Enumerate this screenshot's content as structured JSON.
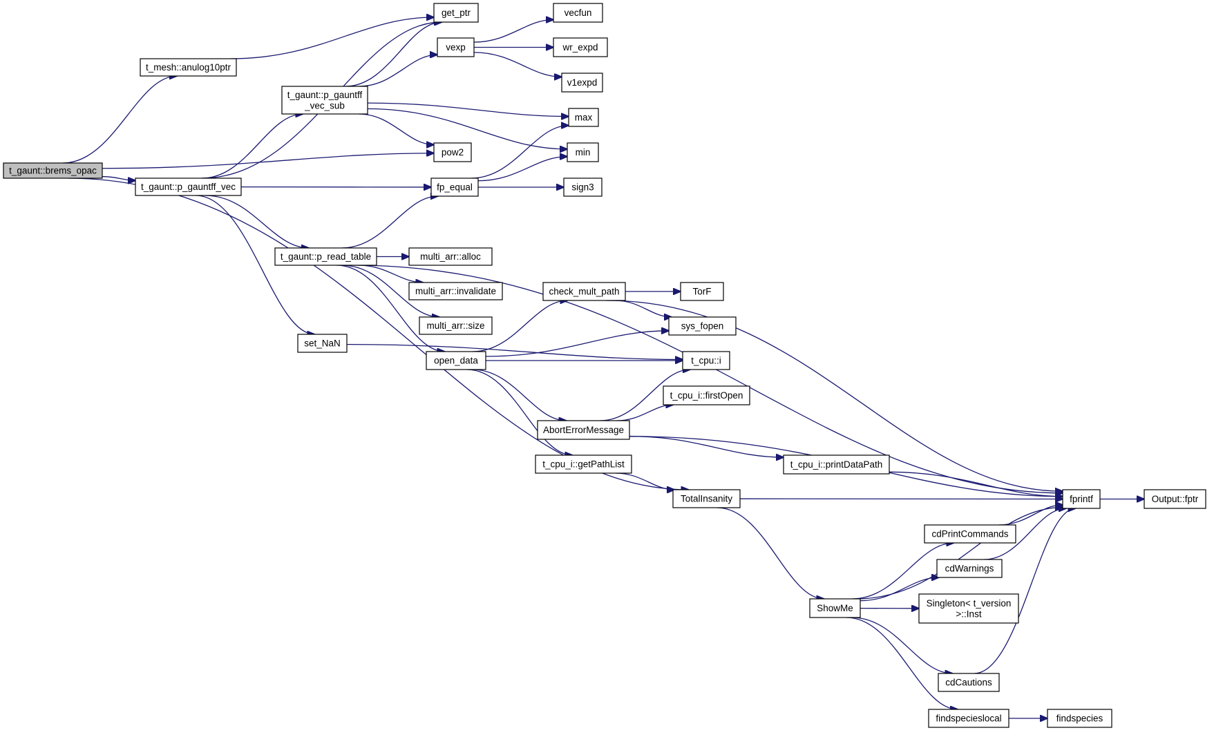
{
  "colors": {
    "edge": "#191970",
    "node_fill": "#ffffff",
    "root_fill": "#bfbfbf",
    "node_stroke": "#000000"
  },
  "nodes": [
    {
      "id": "brems_opac",
      "lines": [
        "t_gaunt::brems_opac"
      ],
      "root": true
    },
    {
      "id": "anulog10ptr",
      "lines": [
        "t_mesh::anulog10ptr"
      ]
    },
    {
      "id": "p_gauntff_vec",
      "lines": [
        "t_gaunt::p_gauntff_vec"
      ]
    },
    {
      "id": "get_ptr",
      "lines": [
        "get_ptr"
      ]
    },
    {
      "id": "p_gauntff_vec_sub",
      "lines": [
        "t_gaunt::p_gauntff",
        "_vec_sub"
      ]
    },
    {
      "id": "pow2",
      "lines": [
        "pow2"
      ]
    },
    {
      "id": "fp_equal",
      "lines": [
        "fp_equal"
      ]
    },
    {
      "id": "p_read_table",
      "lines": [
        "t_gaunt::p_read_table"
      ]
    },
    {
      "id": "set_NaN",
      "lines": [
        "set_NaN"
      ]
    },
    {
      "id": "TotalInsanity",
      "lines": [
        "TotalInsanity"
      ]
    },
    {
      "id": "vexp",
      "lines": [
        "vexp"
      ]
    },
    {
      "id": "vecfun",
      "lines": [
        "vecfun"
      ]
    },
    {
      "id": "wr_expd",
      "lines": [
        "wr_expd"
      ]
    },
    {
      "id": "v1expd",
      "lines": [
        "v1expd"
      ]
    },
    {
      "id": "max",
      "lines": [
        "max"
      ]
    },
    {
      "id": "min",
      "lines": [
        "min"
      ]
    },
    {
      "id": "sign3",
      "lines": [
        "sign3"
      ]
    },
    {
      "id": "alloc",
      "lines": [
        "multi_arr::alloc"
      ]
    },
    {
      "id": "invalidate",
      "lines": [
        "multi_arr::invalidate"
      ]
    },
    {
      "id": "size",
      "lines": [
        "multi_arr::size"
      ]
    },
    {
      "id": "open_data",
      "lines": [
        "open_data"
      ]
    },
    {
      "id": "check_mult_path",
      "lines": [
        "check_mult_path"
      ]
    },
    {
      "id": "TorF",
      "lines": [
        "TorF"
      ]
    },
    {
      "id": "sys_fopen",
      "lines": [
        "sys_fopen"
      ]
    },
    {
      "id": "t_cpu_i",
      "lines": [
        "t_cpu::i"
      ]
    },
    {
      "id": "firstOpen",
      "lines": [
        "t_cpu_i::firstOpen"
      ]
    },
    {
      "id": "AbortErrorMessage",
      "lines": [
        "AbortErrorMessage"
      ]
    },
    {
      "id": "getPathList",
      "lines": [
        "t_cpu_i::getPathList"
      ]
    },
    {
      "id": "printDataPath",
      "lines": [
        "t_cpu_i::printDataPath"
      ]
    },
    {
      "id": "fprintf",
      "lines": [
        "fprintf"
      ]
    },
    {
      "id": "fptr",
      "lines": [
        "Output::fptr"
      ]
    },
    {
      "id": "cdPrintCommands",
      "lines": [
        "cdPrintCommands"
      ]
    },
    {
      "id": "cdWarnings",
      "lines": [
        "cdWarnings"
      ]
    },
    {
      "id": "ShowMe",
      "lines": [
        "ShowMe"
      ]
    },
    {
      "id": "Singleton",
      "lines": [
        "Singleton< t_version",
        ">::Inst"
      ]
    },
    {
      "id": "cdCautions",
      "lines": [
        "cdCautions"
      ]
    },
    {
      "id": "findspecieslocal",
      "lines": [
        "findspecieslocal"
      ]
    },
    {
      "id": "findspecies",
      "lines": [
        "findspecies"
      ]
    }
  ],
  "edges": [
    [
      "brems_opac",
      "anulog10ptr"
    ],
    [
      "brems_opac",
      "p_gauntff_vec"
    ],
    [
      "brems_opac",
      "pow2"
    ],
    [
      "brems_opac",
      "TotalInsanity"
    ],
    [
      "anulog10ptr",
      "get_ptr"
    ],
    [
      "p_gauntff_vec",
      "get_ptr"
    ],
    [
      "p_gauntff_vec",
      "p_gauntff_vec_sub"
    ],
    [
      "p_gauntff_vec",
      "fp_equal"
    ],
    [
      "p_gauntff_vec",
      "p_read_table"
    ],
    [
      "p_gauntff_vec",
      "set_NaN"
    ],
    [
      "p_gauntff_vec_sub",
      "get_ptr"
    ],
    [
      "p_gauntff_vec_sub",
      "vexp"
    ],
    [
      "p_gauntff_vec_sub",
      "max"
    ],
    [
      "p_gauntff_vec_sub",
      "min"
    ],
    [
      "p_gauntff_vec_sub",
      "pow2"
    ],
    [
      "vexp",
      "vecfun"
    ],
    [
      "vexp",
      "wr_expd"
    ],
    [
      "vexp",
      "v1expd"
    ],
    [
      "fp_equal",
      "max"
    ],
    [
      "fp_equal",
      "min"
    ],
    [
      "fp_equal",
      "sign3"
    ],
    [
      "p_read_table",
      "fp_equal"
    ],
    [
      "p_read_table",
      "alloc"
    ],
    [
      "p_read_table",
      "invalidate"
    ],
    [
      "p_read_table",
      "size"
    ],
    [
      "p_read_table",
      "open_data"
    ],
    [
      "p_read_table",
      "fprintf"
    ],
    [
      "set_NaN",
      "t_cpu_i"
    ],
    [
      "open_data",
      "check_mult_path"
    ],
    [
      "open_data",
      "sys_fopen"
    ],
    [
      "open_data",
      "t_cpu_i"
    ],
    [
      "open_data",
      "AbortErrorMessage"
    ],
    [
      "open_data",
      "getPathList"
    ],
    [
      "check_mult_path",
      "TorF"
    ],
    [
      "check_mult_path",
      "sys_fopen"
    ],
    [
      "check_mult_path",
      "fprintf"
    ],
    [
      "AbortErrorMessage",
      "t_cpu_i"
    ],
    [
      "AbortErrorMessage",
      "firstOpen"
    ],
    [
      "AbortErrorMessage",
      "printDataPath"
    ],
    [
      "AbortErrorMessage",
      "fprintf"
    ],
    [
      "getPathList",
      "TotalInsanity"
    ],
    [
      "printDataPath",
      "fprintf"
    ],
    [
      "TotalInsanity",
      "fprintf"
    ],
    [
      "TotalInsanity",
      "ShowMe"
    ],
    [
      "fprintf",
      "fptr"
    ],
    [
      "ShowMe",
      "cdPrintCommands"
    ],
    [
      "ShowMe",
      "cdWarnings"
    ],
    [
      "ShowMe",
      "Singleton"
    ],
    [
      "ShowMe",
      "fprintf"
    ],
    [
      "ShowMe",
      "cdCautions"
    ],
    [
      "ShowMe",
      "findspecieslocal"
    ],
    [
      "cdPrintCommands",
      "fprintf"
    ],
    [
      "cdWarnings",
      "fprintf"
    ],
    [
      "cdCautions",
      "fprintf"
    ],
    [
      "findspecieslocal",
      "findspecies"
    ]
  ]
}
